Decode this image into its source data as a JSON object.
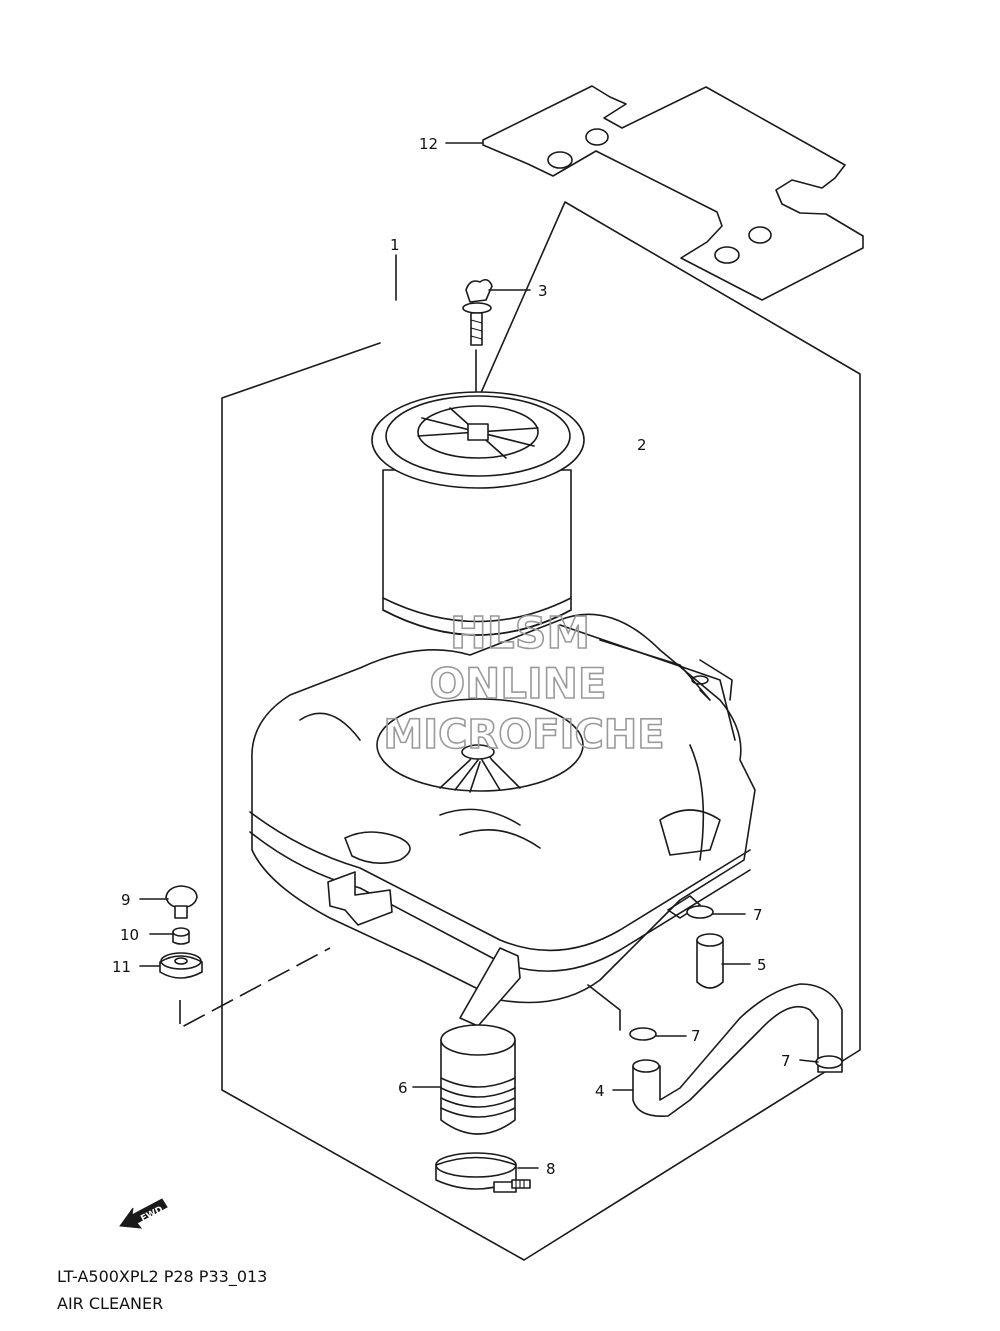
{
  "diagram": {
    "callouts": [
      {
        "id": "12",
        "label": "12"
      },
      {
        "id": "1",
        "label": "1"
      },
      {
        "id": "3",
        "label": "3"
      },
      {
        "id": "2",
        "label": "2"
      },
      {
        "id": "9",
        "label": "9"
      },
      {
        "id": "10",
        "label": "10"
      },
      {
        "id": "11",
        "label": "11"
      },
      {
        "id": "7a",
        "label": "7"
      },
      {
        "id": "5",
        "label": "5"
      },
      {
        "id": "7b",
        "label": "7"
      },
      {
        "id": "7c",
        "label": "7"
      },
      {
        "id": "4",
        "label": "4"
      },
      {
        "id": "6",
        "label": "6"
      },
      {
        "id": "8",
        "label": "8"
      }
    ],
    "watermark": {
      "line1": "HLSM",
      "line2": "ONLINE",
      "line3": "MICROFICHE"
    },
    "fwd_label": "FWD",
    "caption": {
      "code": "LT-A500XPL2 P28 P33_013",
      "title": "AIR CLEANER"
    },
    "colors": {
      "line": "#1a1a1a",
      "watermark": "#9a9a9a",
      "background": "#ffffff"
    }
  }
}
